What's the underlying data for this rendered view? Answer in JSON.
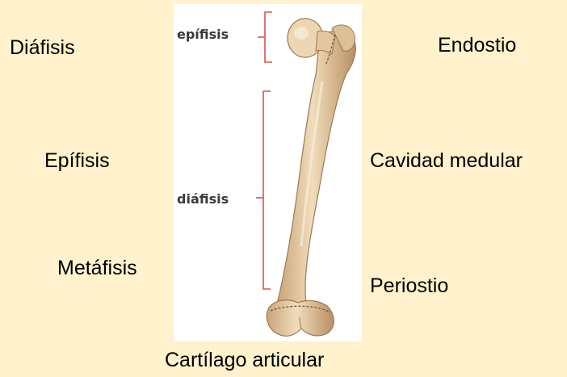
{
  "terms_left": {
    "diafisis": "Diáfisis",
    "epifisis": "Epífisis",
    "metafisis": "Metáfisis"
  },
  "terms_right": {
    "endostio": "Endostio",
    "cavidad_medular": "Cavidad medular",
    "periostio": "Periostio"
  },
  "term_bottom": "Cartílago articular",
  "figure": {
    "label_epifisis": "epífisis",
    "label_diafisis": "diáfisis"
  },
  "colors": {
    "background": "#fff2cc",
    "bracket": "#d9534f",
    "bone": "#ead2ad"
  }
}
